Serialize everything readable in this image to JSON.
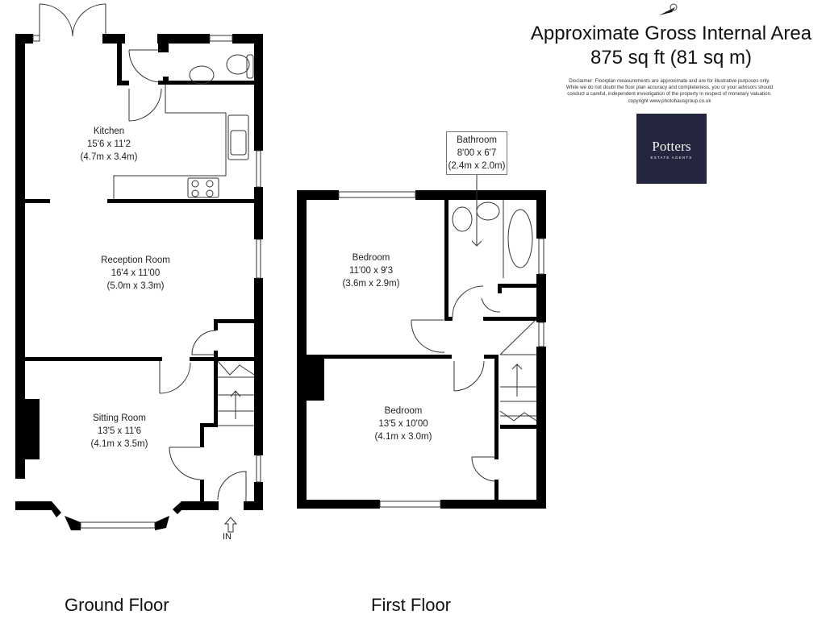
{
  "header": {
    "area_title": "Approximate Gross Internal Area",
    "area_value": "875 sq ft (81 sq m)",
    "disclaimer": [
      "Disclaimer: Floorplan measurements are approximate and are for illustrative purposes only.",
      "While we do not doubt the floor plan accuracy and completeness, you or your advisors should",
      "conduct a careful, independent investigation of the property in respect of monetary valuation.",
      "copyright www.photohausgroup.co.uk"
    ]
  },
  "logo": {
    "name": "Potters",
    "tagline": "ESTATE AGENTS",
    "bg_color": "#24253f"
  },
  "compass": {
    "icon": "north-arrow-icon"
  },
  "ground_floor": {
    "label": "Ground Floor",
    "entrance_label": "IN",
    "rooms": [
      {
        "name": "Kitchen",
        "imperial": "15'6 x 11'2",
        "metric": "(4.7m x 3.4m)"
      },
      {
        "name": "Reception Room",
        "imperial": "16'4 x 11'00",
        "metric": "(5.0m x 3.3m)"
      },
      {
        "name": "Sitting Room",
        "imperial": "13'5 x 11'6",
        "metric": "(4.1m x 3.5m)"
      }
    ]
  },
  "first_floor": {
    "label": "First Floor",
    "rooms": [
      {
        "name": "Bathroom",
        "imperial": "8'00 x 6'7",
        "metric": "(2.4m x 2.0m)"
      },
      {
        "name": "Bedroom",
        "imperial": "11'00 x 9'3",
        "metric": "(3.6m x 2.9m)"
      },
      {
        "name": "Bedroom",
        "imperial": "13'5 x 10'00",
        "metric": "(4.1m x 3.0m)"
      }
    ]
  },
  "colors": {
    "wall": "#000000",
    "line": "#333333",
    "logo_bg": "#24253f"
  }
}
